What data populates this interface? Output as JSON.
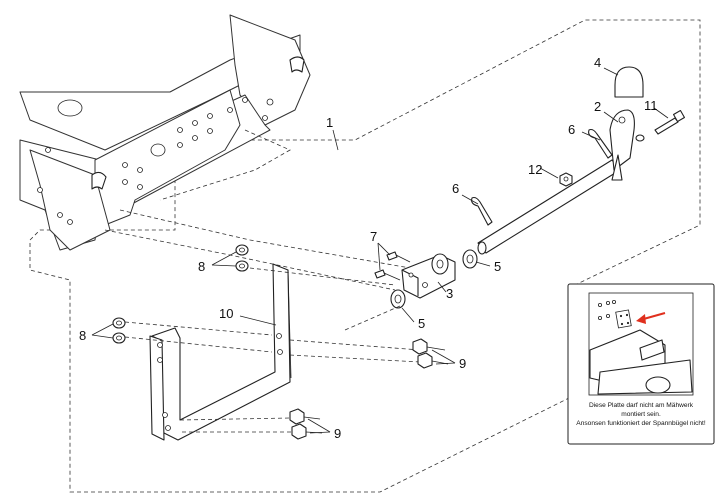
{
  "labels": {
    "p1": "1",
    "p2": "2",
    "p3": "3",
    "p4": "4",
    "p5a": "5",
    "p5b": "5",
    "p6a": "6",
    "p6b": "6",
    "p7": "7",
    "p8a": "8",
    "p8b": "8",
    "p9a": "9",
    "p9b": "9",
    "p10": "10",
    "p11": "11",
    "p12": "12"
  },
  "inset_note": {
    "line1": "Diese Platte darf nicht am Mähwerk",
    "line2": "montiert sein.",
    "line3": "Ansonsen funktioniert der Spannbügel nicht!"
  },
  "colors": {
    "arrow": "#e0301e",
    "line": "#222222"
  }
}
